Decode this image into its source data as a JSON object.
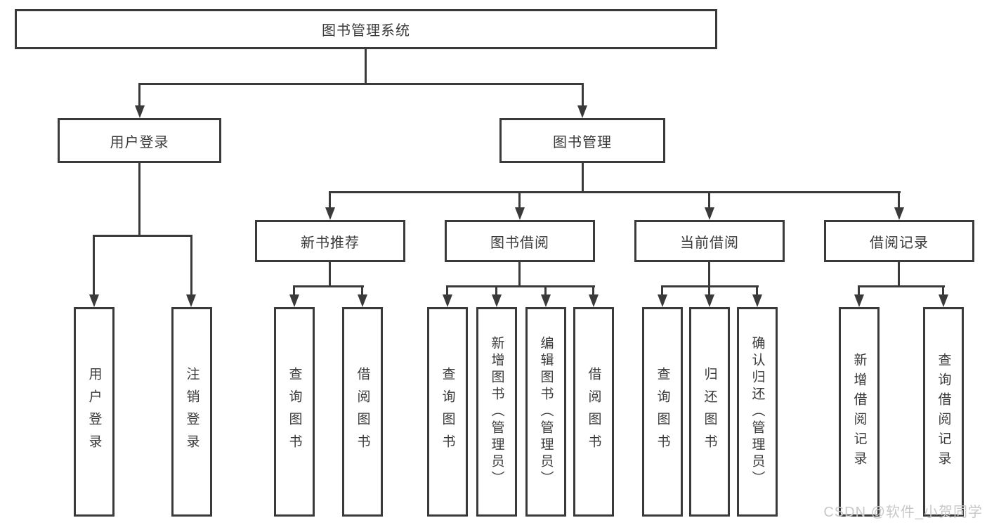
{
  "diagram": {
    "root_label": "图书管理系统",
    "branches": [
      {
        "label": "用户登录",
        "children": [
          {
            "label": "用户登录"
          },
          {
            "label": "注销登录"
          }
        ]
      },
      {
        "label": "图书管理",
        "groups": [
          {
            "label": "新书推荐",
            "children": [
              {
                "label": "查询图书"
              },
              {
                "label": "借阅图书"
              }
            ]
          },
          {
            "label": "图书借阅",
            "children": [
              {
                "label": "查询图书"
              },
              {
                "label": "新增图书（管理员）"
              },
              {
                "label": "编辑图书（管理员）"
              },
              {
                "label": "借阅图书"
              }
            ]
          },
          {
            "label": "当前借阅",
            "children": [
              {
                "label": "查询图书"
              },
              {
                "label": "归还图书"
              },
              {
                "label": "确认归还（管理员）"
              }
            ]
          },
          {
            "label": "借阅记录",
            "children": [
              {
                "label": "新增借阅记录"
              },
              {
                "label": "查询借阅记录"
              }
            ]
          }
        ]
      }
    ],
    "watermark": "CSDN @软件_小贺同学",
    "colors": {
      "line": "#3a3a3a",
      "text": "#3a3a3a",
      "background": "#ffffff",
      "watermark": "#c8c8c8"
    }
  }
}
